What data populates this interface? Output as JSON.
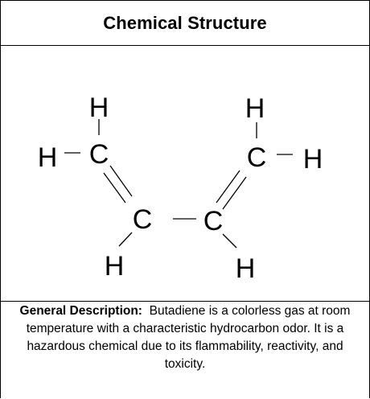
{
  "header": {
    "title": "Chemical Structure"
  },
  "molecule": {
    "atoms": [
      {
        "id": "h1",
        "symbol": "H"
      },
      {
        "id": "h2",
        "symbol": "H"
      },
      {
        "id": "c1",
        "symbol": "C"
      },
      {
        "id": "c2",
        "symbol": "C"
      },
      {
        "id": "c3",
        "symbol": "C"
      },
      {
        "id": "c4",
        "symbol": "C"
      },
      {
        "id": "h3",
        "symbol": "H"
      },
      {
        "id": "h4",
        "symbol": "H"
      },
      {
        "id": "h5",
        "symbol": "H"
      },
      {
        "id": "h6",
        "symbol": "H"
      }
    ],
    "bonds": [
      {
        "from": "h1",
        "to": "c1",
        "order": 1
      },
      {
        "from": "h2",
        "to": "c1",
        "order": 1
      },
      {
        "from": "c1",
        "to": "c2",
        "order": 2
      },
      {
        "from": "c2",
        "to": "c3",
        "order": 1
      },
      {
        "from": "c3",
        "to": "c4",
        "order": 2
      },
      {
        "from": "c2",
        "to": "h5",
        "order": 1
      },
      {
        "from": "c3",
        "to": "h6",
        "order": 1
      },
      {
        "from": "c4",
        "to": "h3",
        "order": 1
      },
      {
        "from": "c4",
        "to": "h4",
        "order": 1
      }
    ]
  },
  "description": {
    "label": "General Description:",
    "text": "Butadiene is a colorless gas at room temperature with a characteristic hydrocarbon odor. It is a hazardous chemical due to its flammability, reactivity, and toxicity."
  }
}
